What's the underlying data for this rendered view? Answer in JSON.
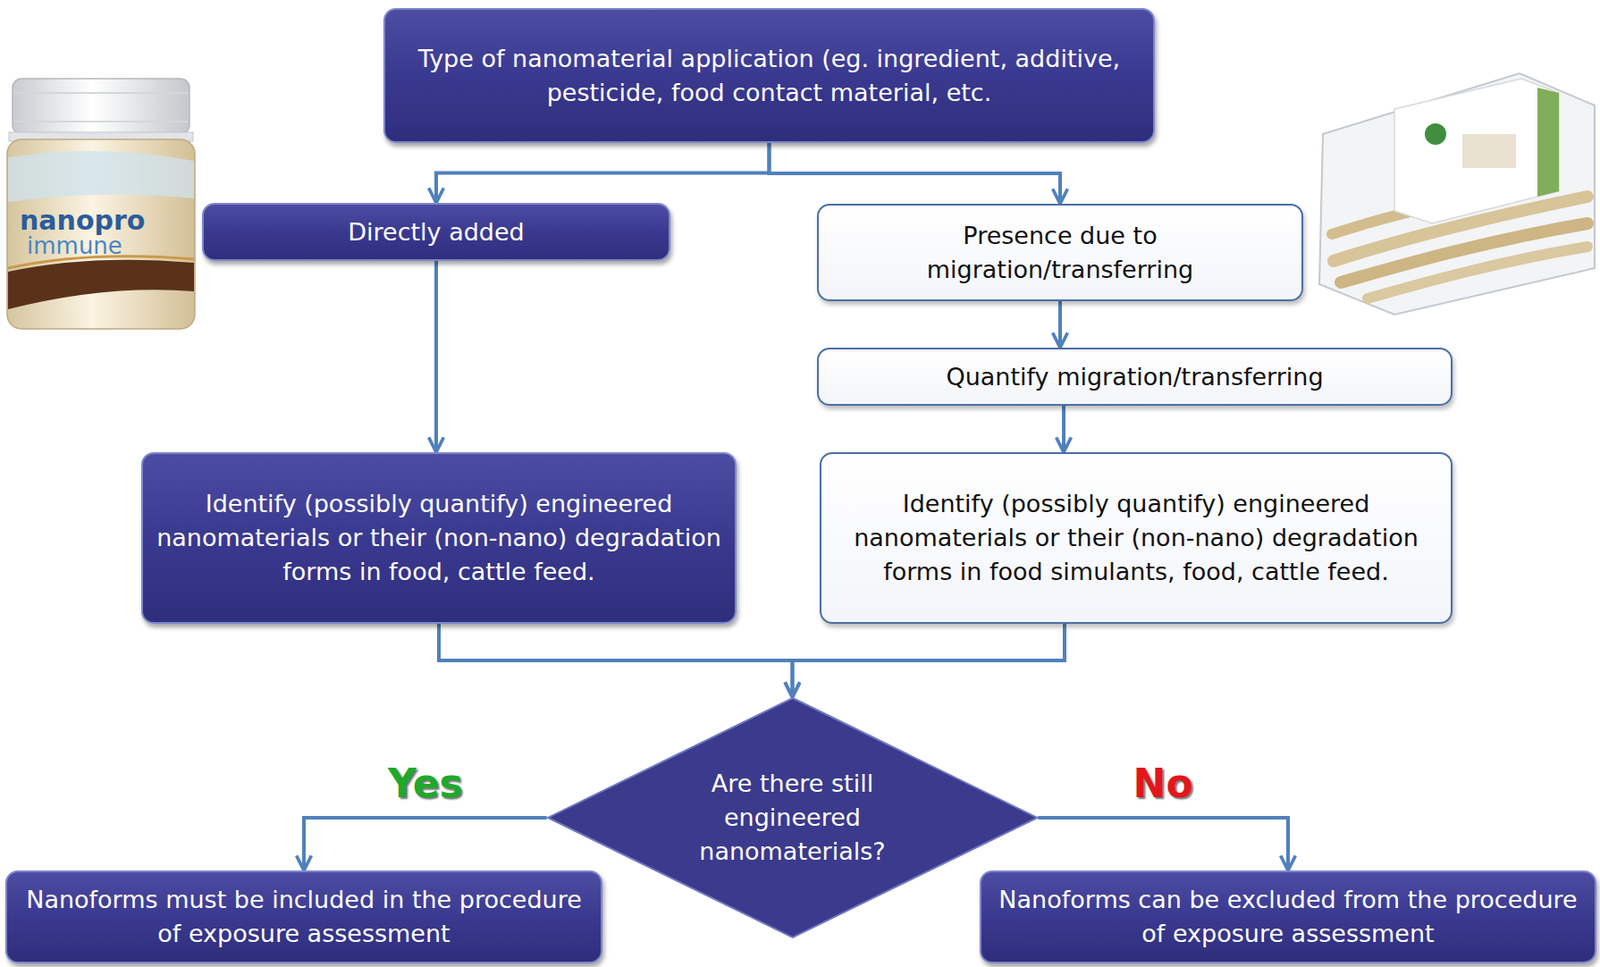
{
  "diagram": {
    "nodes": [
      {
        "text": [
          "Type of nanomaterial application (eg. ingredient, additive, pesticide, food contact material, etc."
        ]
      },
      {
        "text": [
          "Directly added"
        ]
      },
      {
        "text": [
          "Presence due to migration/transferring"
        ]
      },
      {
        "text": [
          "Quantify migration/transferring"
        ]
      },
      {
        "text": [
          "Identify (possibly quantify) engineered nanomaterials or their (non-nano) degradation forms in food, cattle feed."
        ]
      },
      {
        "text": [
          "Identify (possibly quantify) engineered nanomaterials or their (non-nano) degradation forms in food simulants, food, cattle feed."
        ]
      },
      {
        "text": [
          "Are there still engineered nanomaterials?"
        ]
      },
      {
        "text": [
          "Nanoforms must be included in the procedure of exposure assessment"
        ]
      },
      {
        "text": [
          "Nanoforms can be excluded from the procedure of exposure assessment"
        ]
      }
    ],
    "edges": [
      {
        "from": 0,
        "to": 1,
        "arrow": "to"
      },
      {
        "from": 0,
        "to": 2,
        "arrow": "to"
      },
      {
        "from": 1,
        "to": 4,
        "arrow": "to"
      },
      {
        "from": 2,
        "to": 3,
        "arrow": "to"
      },
      {
        "from": 3,
        "to": 5,
        "arrow": "to"
      },
      {
        "from": 4,
        "to": 6,
        "arrow": "to"
      },
      {
        "from": 5,
        "to": 6,
        "arrow": "to"
      },
      {
        "from": 6,
        "to": 7,
        "label": "Yes",
        "arrow": "to"
      },
      {
        "from": 6,
        "to": 8,
        "label": "No",
        "arrow": "to"
      }
    ],
    "labels": [
      "nanopro",
      "immune"
    ]
  }
}
